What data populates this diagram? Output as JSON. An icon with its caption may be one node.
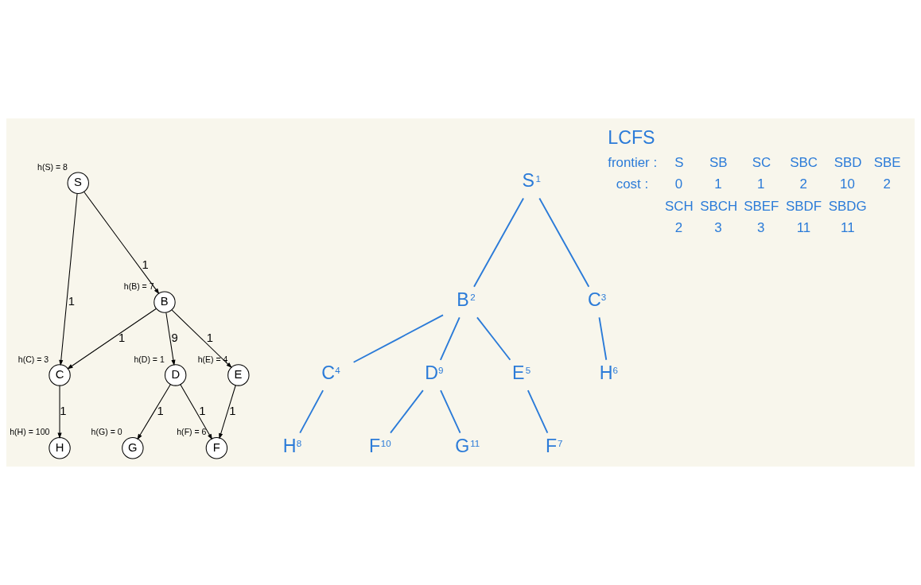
{
  "diagram": {
    "nodes": [
      {
        "text": [
          "C"
        ],
        "beside": [
          "h(C) = 3"
        ]
      },
      {
        "text": [
          "H"
        ],
        "beside": [
          "h(H) = 100"
        ]
      },
      {
        "text": [
          "S"
        ],
        "beside": [
          "h(S) = 8"
        ]
      },
      {
        "text": [
          "B"
        ],
        "beside": [
          "h(B) = 7"
        ]
      },
      {
        "text": [
          "D"
        ],
        "beside": [
          "h(D) = 1"
        ]
      },
      {
        "text": [
          "G"
        ],
        "beside": [
          "h(G) = 0"
        ]
      },
      {
        "text": [
          "E"
        ],
        "beside": [
          "h(E) = 4"
        ]
      },
      {
        "text": [
          "F"
        ],
        "beside": [
          "h(F) = 6"
        ]
      },
      {
        "text": [
          "S"
        ],
        "beside": [
          "1"
        ]
      },
      {
        "text": [
          "B"
        ],
        "beside": [
          "2"
        ]
      },
      {
        "text": [
          "C"
        ],
        "beside": [
          "3"
        ]
      },
      {
        "text": [
          "C"
        ],
        "beside": [
          "4"
        ]
      },
      {
        "text": [
          "D"
        ],
        "beside": [
          "9"
        ]
      },
      {
        "text": [
          "E"
        ],
        "beside": [
          "5"
        ]
      },
      {
        "text": [
          "H"
        ],
        "beside": [
          "6"
        ]
      },
      {
        "text": [
          "H"
        ],
        "beside": [
          "8"
        ]
      },
      {
        "text": [
          "F"
        ],
        "beside": [
          "10"
        ]
      },
      {
        "text": [
          "G"
        ],
        "beside": [
          "11"
        ]
      },
      {
        "text": [
          "F"
        ],
        "beside": [
          "7"
        ]
      }
    ],
    "edges": [
      {
        "from": 2,
        "to": 0,
        "arrow": "to",
        "label": "1",
        "color": "#000000"
      },
      {
        "from": 2,
        "to": 3,
        "arrow": "to",
        "label": "1",
        "color": "#000000"
      },
      {
        "from": 3,
        "to": 0,
        "arrow": "to",
        "label": "1",
        "color": "#000000"
      },
      {
        "from": 0,
        "to": 1,
        "arrow": "to",
        "label": "1",
        "color": "#000000"
      },
      {
        "from": 3,
        "to": 4,
        "arrow": "to",
        "label": "9",
        "color": "#000000"
      },
      {
        "from": 4,
        "to": 5,
        "arrow": "to",
        "label": "1",
        "color": "#000000"
      },
      {
        "from": 3,
        "to": 6,
        "arrow": "to",
        "label": "1",
        "color": "#000000"
      },
      {
        "from": 4,
        "to": 7,
        "arrow": "to",
        "label": "1",
        "color": "#000000"
      },
      {
        "from": 6,
        "to": 7,
        "arrow": "to",
        "label": "1",
        "color": "#000000"
      },
      {
        "from": 8,
        "to": 9,
        "arrow": "none"
      },
      {
        "from": 8,
        "to": 10,
        "arrow": "none"
      },
      {
        "from": 9,
        "to": 11,
        "arrow": "none"
      },
      {
        "from": 9,
        "to": 12,
        "arrow": "none"
      },
      {
        "from": 9,
        "to": 13,
        "arrow": "none"
      },
      {
        "from": 10,
        "to": 14,
        "arrow": "none"
      },
      {
        "from": 11,
        "to": 15,
        "arrow": "none"
      },
      {
        "from": 12,
        "to": 16,
        "arrow": "none"
      },
      {
        "from": 12,
        "to": 17,
        "arrow": "none"
      },
      {
        "from": 13,
        "to": 18,
        "arrow": "none"
      }
    ],
    "labels": [
      "LCFS",
      "frontier :",
      "S",
      "SB",
      "SC",
      "SBC",
      "SBD",
      "SBE",
      "cost :",
      "0",
      "1",
      "1",
      "2",
      "10",
      "2",
      "SCH",
      "SBCH",
      "SBEF",
      "SBDF",
      "SBDG",
      "2",
      "3",
      "3",
      "11",
      "11"
    ]
  }
}
